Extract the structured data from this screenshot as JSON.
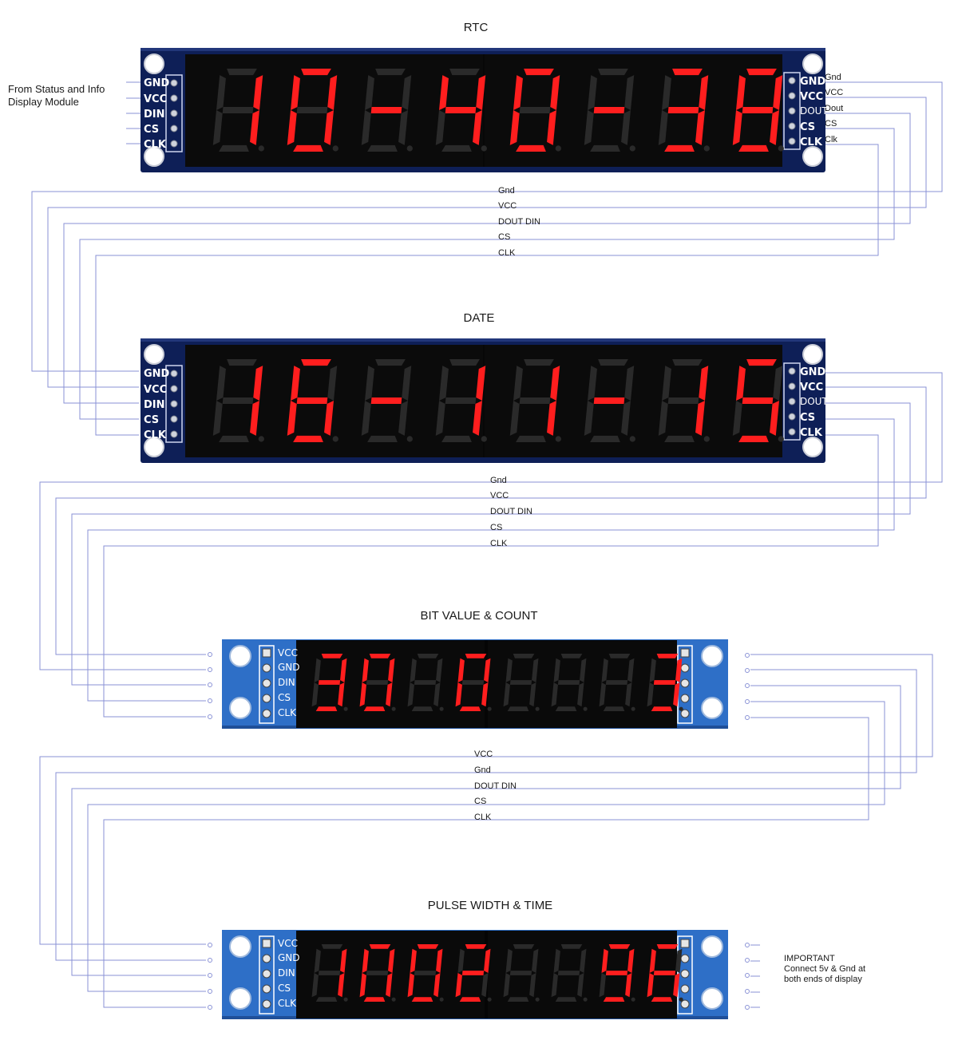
{
  "colors": {
    "wire": "#8a92d6",
    "segment_on": "#ff1e1e",
    "segment_off": "#2a2a2a",
    "pcb_dark": "#0e1f57",
    "pcb_light": "#2e6fc7"
  },
  "note_left": {
    "line1": "From Status and Info",
    "line2": "Display Module"
  },
  "modules": [
    {
      "title": "RTC",
      "digits": [
        "1",
        "0",
        "",
        "4",
        "0",
        "",
        "3",
        "8"
      ],
      "dashes": [
        false,
        false,
        true,
        false,
        false,
        true,
        false,
        false
      ],
      "left_pins": [
        "GND",
        "VCC",
        "DIN",
        "CS",
        "CLK"
      ],
      "right_pins": [
        "GND",
        "VCC",
        "DOUT",
        "CS",
        "CLK"
      ],
      "right_labels": [
        "Gnd",
        "VCC",
        "Dout",
        "CS",
        "Clk"
      ],
      "bus_labels": [
        "Gnd",
        "VCC",
        "DOUT DIN",
        "CS",
        "CLK"
      ]
    },
    {
      "title": "DATE",
      "digits": [
        "1",
        "6",
        "",
        "1",
        "1",
        "",
        "1",
        "5"
      ],
      "dashes": [
        false,
        false,
        true,
        false,
        false,
        true,
        false,
        false
      ],
      "left_pins": [
        "GND",
        "VCC",
        "DIN",
        "CS",
        "CLK"
      ],
      "right_pins": [
        "GND",
        "VCC",
        "DOUT",
        "CS",
        "CLK"
      ],
      "right_labels": [],
      "bus_labels": [
        "Gnd",
        "VCC",
        "DOUT DIN",
        "CS",
        "CLK"
      ]
    },
    {
      "title": "BIT VALUE & COUNT",
      "digits": [
        "3",
        "0",
        "",
        "0",
        "",
        "",
        "",
        "3"
      ],
      "dashes": [
        false,
        false,
        false,
        false,
        false,
        false,
        false,
        false
      ],
      "left_pins": [
        "VCC",
        "GND",
        "DIN",
        "CS",
        "CLK"
      ],
      "bus_labels": [
        "VCC",
        "Gnd",
        "DOUT DIN",
        "CS",
        "CLK"
      ]
    },
    {
      "title": "PULSE WIDTH & TIME",
      "digits": [
        "1",
        "0",
        "0",
        "2",
        "",
        "",
        "9",
        "6"
      ],
      "dashes": [
        false,
        false,
        false,
        false,
        false,
        false,
        false,
        false
      ],
      "left_pins": [
        "VCC",
        "GND",
        "DIN",
        "CS",
        "CLK"
      ]
    }
  ],
  "note_important": {
    "line1": "IMPORTANT",
    "line2": "Connect 5v & Gnd at",
    "line3": "both ends of display"
  }
}
